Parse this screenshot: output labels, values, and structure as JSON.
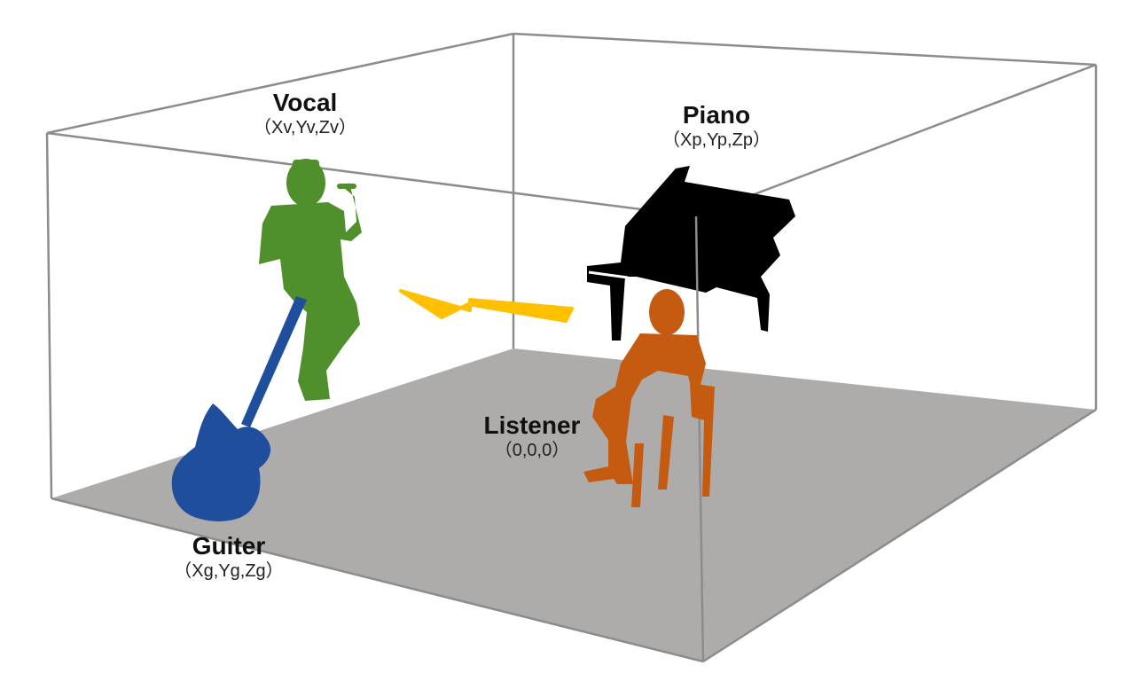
{
  "sources": {
    "vocal": {
      "name": "Vocal",
      "coord": "（Xv,Yv,Zv）",
      "color": "#4f8f2c"
    },
    "piano": {
      "name": "Piano",
      "coord": "（Xp,Yp,Zp）",
      "color": "#000000"
    },
    "listener": {
      "name": "Listener",
      "coord": "（0,0,0）",
      "color": "#c55a11"
    },
    "guiter": {
      "name": "Guiter",
      "coord": "（Xg,Yg,Zg）",
      "color": "#1f4e9c"
    }
  },
  "arrow_color": "#ffc000",
  "floor_color": "#aeabab",
  "edge_color": "#8c8c8c"
}
